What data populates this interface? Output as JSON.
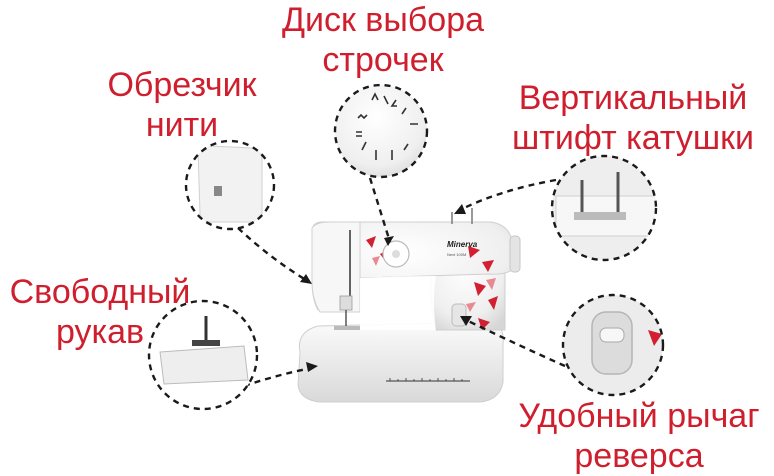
{
  "callouts": {
    "stitch_dial": {
      "line1": "Диск выбора",
      "line2": "строчек"
    },
    "thread_cutter": {
      "line1": "Обрезчик",
      "line2": "нити"
    },
    "spool_pin": {
      "line1": "Вертикальный",
      "line2": "штифт катушки"
    },
    "free_arm": {
      "line1": "Свободный",
      "line2": "рукав"
    },
    "reverse_lever": {
      "line1": "Удобный рычаг",
      "line2": "реверса"
    }
  },
  "machine": {
    "brand": "Minerva",
    "model": "Next 100M"
  },
  "colors": {
    "accent": "#cf1f2e",
    "machine_body": "#f2f2f2",
    "outline": "#1a1a1a"
  }
}
